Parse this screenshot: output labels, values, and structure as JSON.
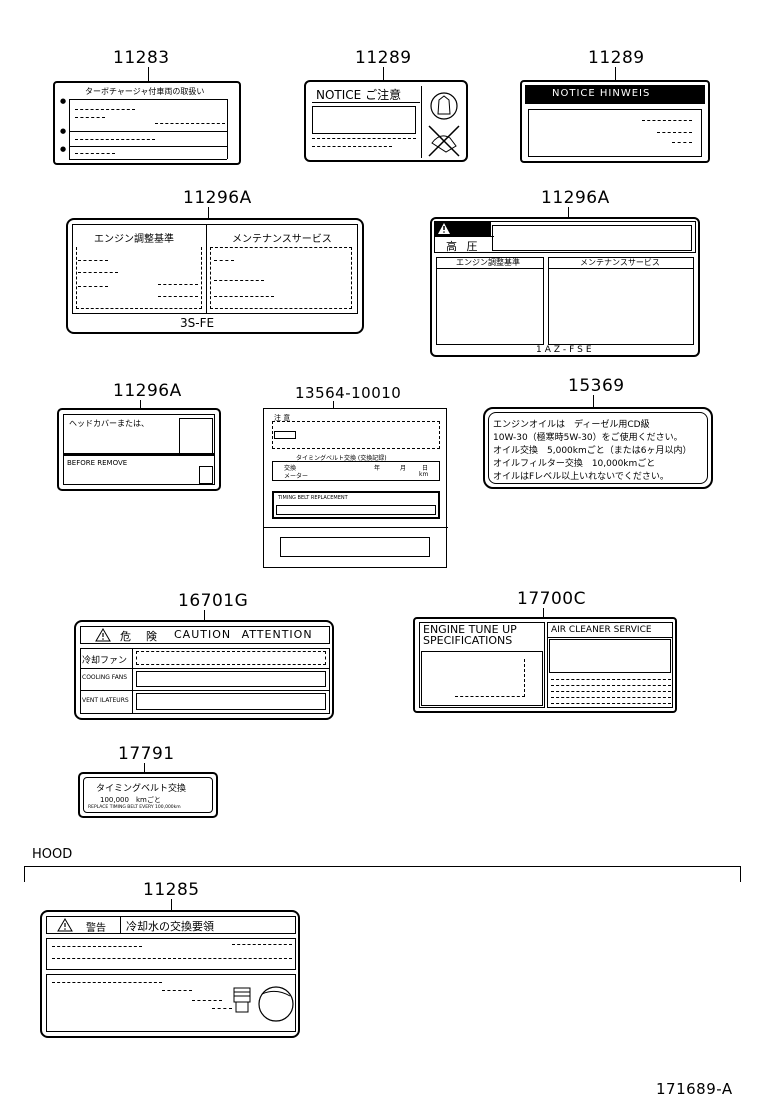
{
  "labels": {
    "l1": {
      "part": "11283",
      "title": "ターボチャージャ付車両の取扱い"
    },
    "l2": {
      "part": "11289",
      "title": "NOTICE ご注意"
    },
    "l3": {
      "part": "11289",
      "title": "NOTICE  HINWEIS"
    },
    "l4": {
      "part": "11296A",
      "left_header": "エンジン調整基準",
      "right_header": "メンテナンスサービス",
      "footer": "3S-FE"
    },
    "l5": {
      "part": "11296A",
      "warning": "高 圧",
      "left_header": "エンジン調整基準",
      "right_header": "メンテナンスサービス",
      "footer": "1AZ-FSE"
    },
    "l6": {
      "part": "11296A",
      "line1": "ヘッドカバーまたは、",
      "line2": "BEFORE REMOVE"
    },
    "l7": {
      "part": "13564-10010",
      "top": "注 意",
      "mid_title": "タイミングベルト交換  (交換記録)",
      "row1": "交換",
      "row1_year": "年",
      "row1_month": "月",
      "row1_day": "日",
      "row2": "メーター",
      "row2_unit": "km",
      "bottom": "TIMING BELT REPLACEMENT"
    },
    "l8": {
      "part": "15369",
      "lines": [
        "エンジンオイルは　ディーゼル用CD級",
        "10W-30（極寒時5W-30）をご使用ください。",
        "オイル交換　5,000kmごと（または6ヶ月以内）",
        "オイルフィルター交換　10,000kmごと",
        "オイルはFレベル以上いれないでください。"
      ]
    },
    "l9": {
      "part": "16701G",
      "header_jp": "危　険",
      "header_en": "CAUTION ATTENTION",
      "row1": "冷却ファン",
      "row2": "COOLING FANS",
      "row3": "VENT ILATEURS"
    },
    "l10": {
      "part": "17700C",
      "left_title": "ENGINE TUNE UP SPECIFICATIONS",
      "right_title": "AIR CLEANER SERVICE"
    },
    "l11": {
      "part": "17791",
      "line1": "タイミングベルト交換",
      "line2": "100,000　kmごと",
      "line3": "REPLACE TIMING BELT EVERY 100,000km"
    },
    "hood": {
      "heading": "HOOD",
      "part": "11285",
      "warn": "警告",
      "title": "冷却水の交換要領"
    }
  },
  "figure_id": "171689-A"
}
